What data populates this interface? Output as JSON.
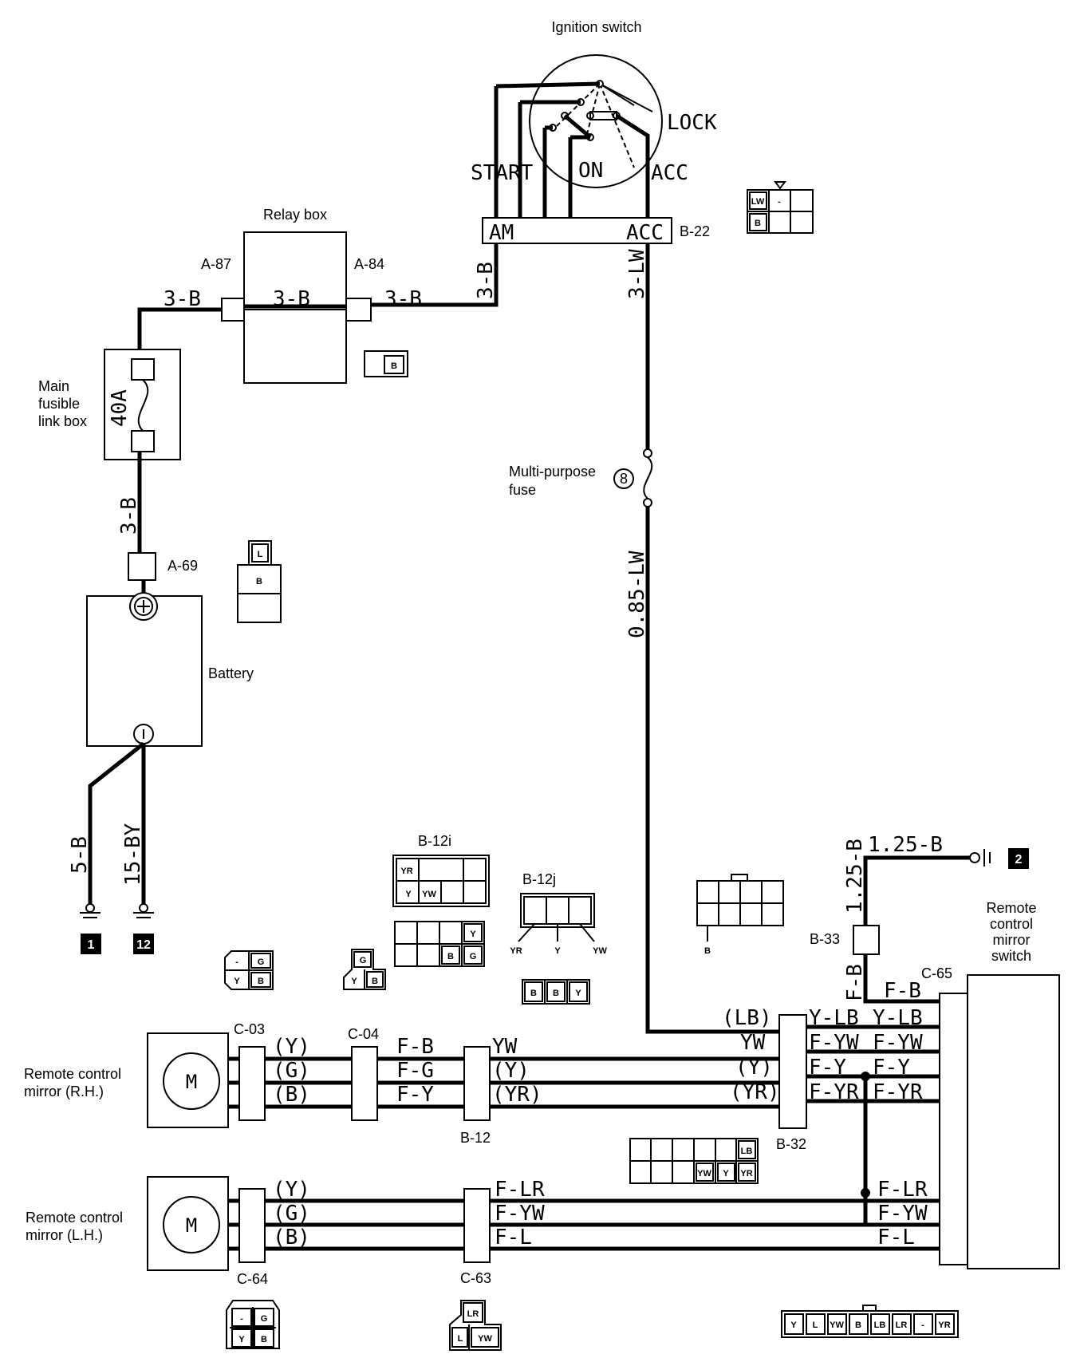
{
  "components": {
    "ignition_switch": "Ignition switch",
    "ign_start": "START",
    "ign_on": "ON",
    "ign_lock": "LOCK",
    "ign_acc": "ACC",
    "ign_am_term": "AM",
    "ign_acc_term": "ACC",
    "relay_box": "Relay box",
    "main_fusible_line1": "Main",
    "main_fusible_line2": "fusible",
    "main_fusible_line3": "link box",
    "fuse_40a": "40A",
    "battery": "Battery",
    "multi_fuse_line1": "Multi-purpose",
    "multi_fuse_line2": "fuse",
    "multi_fuse_num": "8",
    "mirror_switch_line1": "Remote",
    "mirror_switch_line2": "control",
    "mirror_switch_line3": "mirror",
    "mirror_switch_line4": "switch",
    "mirror_rh_line1": "Remote control",
    "mirror_rh_line2": "mirror (R.H.)",
    "mirror_lh_line1": "Remote control",
    "mirror_lh_line2": "mirror (L.H.)",
    "motor": "M"
  },
  "connectors": {
    "b22": "B-22",
    "a87": "A-87",
    "a84": "A-84",
    "a69": "A-69",
    "b12i": "B-12i",
    "b12j": "B-12j",
    "b33": "B-33",
    "c65": "C-65",
    "c03": "C-03",
    "c04": "C-04",
    "b12": "B-12",
    "b32": "B-32",
    "c64": "C-64",
    "c63": "C-63"
  },
  "wires": {
    "w3b_a": "3-B",
    "w3b_b": "3-B",
    "w3b_c": "3-B",
    "w3b_d": "3-B",
    "w3b_e": "3-B",
    "w3lw": "3-LW",
    "w085lw": "0.85-LW",
    "w5b": "5-B",
    "w15by": "15-BY",
    "w125b_h": "1.25-B",
    "w125b_v": "1.25-B",
    "wfb_v": "F-B",
    "wfb_h": "F-B",
    "lb_p": "(LB)",
    "ylb1": "Y-LB",
    "ylb2": "Y-LB",
    "yw_a": "YW",
    "fyw1": "F-YW",
    "fyw2": "F-YW",
    "y_p": "(Y)",
    "fy1": "F-Y",
    "fy2": "F-Y",
    "yr_p": "(YR)",
    "fyr1": "F-YR",
    "fyr2": "F-YR",
    "rh_y": "(Y)",
    "rh_g": "(G)",
    "rh_b": "(B)",
    "rh_fb": "F-B",
    "rh_fg": "F-G",
    "rh_fy": "F-Y",
    "rh_yw": "YW",
    "rh_yp": "(Y)",
    "rh_yrp": "(YR)",
    "lh_y": "(Y)",
    "lh_g": "(G)",
    "lh_b": "(B)",
    "lh_flr": "F-LR",
    "lh_fyw": "F-YW",
    "lh_fl": "F-L",
    "sw_flr": "F-LR",
    "sw_fyw": "F-YW",
    "sw_fl": "F-L"
  },
  "grounds": {
    "g1": "1",
    "g12": "12",
    "g2": "2"
  },
  "pins": {
    "b22_lw": "LW",
    "b22_dash": "-",
    "b22_b": "B",
    "relay_b": "B",
    "a69_l": "L",
    "a69_b": "B",
    "b12i_yr": "YR",
    "b12i_y": "Y",
    "b12i_yw": "YW",
    "b12i2_y": "Y",
    "b12i2_b": "B",
    "b12i2_g": "G",
    "b12j_yr": "YR",
    "b12j_y": "Y",
    "b12j_yw": "YW",
    "b12j2_b1": "B",
    "b12j2_b2": "B",
    "b12j2_y": "Y",
    "c03_dash": "-",
    "c03_g": "G",
    "c03_y": "Y",
    "c03_b": "B",
    "c04_g": "G",
    "c04_y": "Y",
    "c04_b": "B",
    "b33_b": "B",
    "b32_lb": "LB",
    "b32_yw": "YW",
    "b32_y": "Y",
    "b32_yr": "YR",
    "c64_dash": "-",
    "c64_g": "G",
    "c64_y": "Y",
    "c64_b": "B",
    "c63_lr": "LR",
    "c63_l": "L",
    "c63_yw": "YW",
    "c65_y": "Y",
    "c65_l": "L",
    "c65_yw": "YW",
    "c65_b": "B",
    "c65_lb": "LB",
    "c65_lr": "LR",
    "c65_dash": "-",
    "c65_yr": "YR"
  }
}
